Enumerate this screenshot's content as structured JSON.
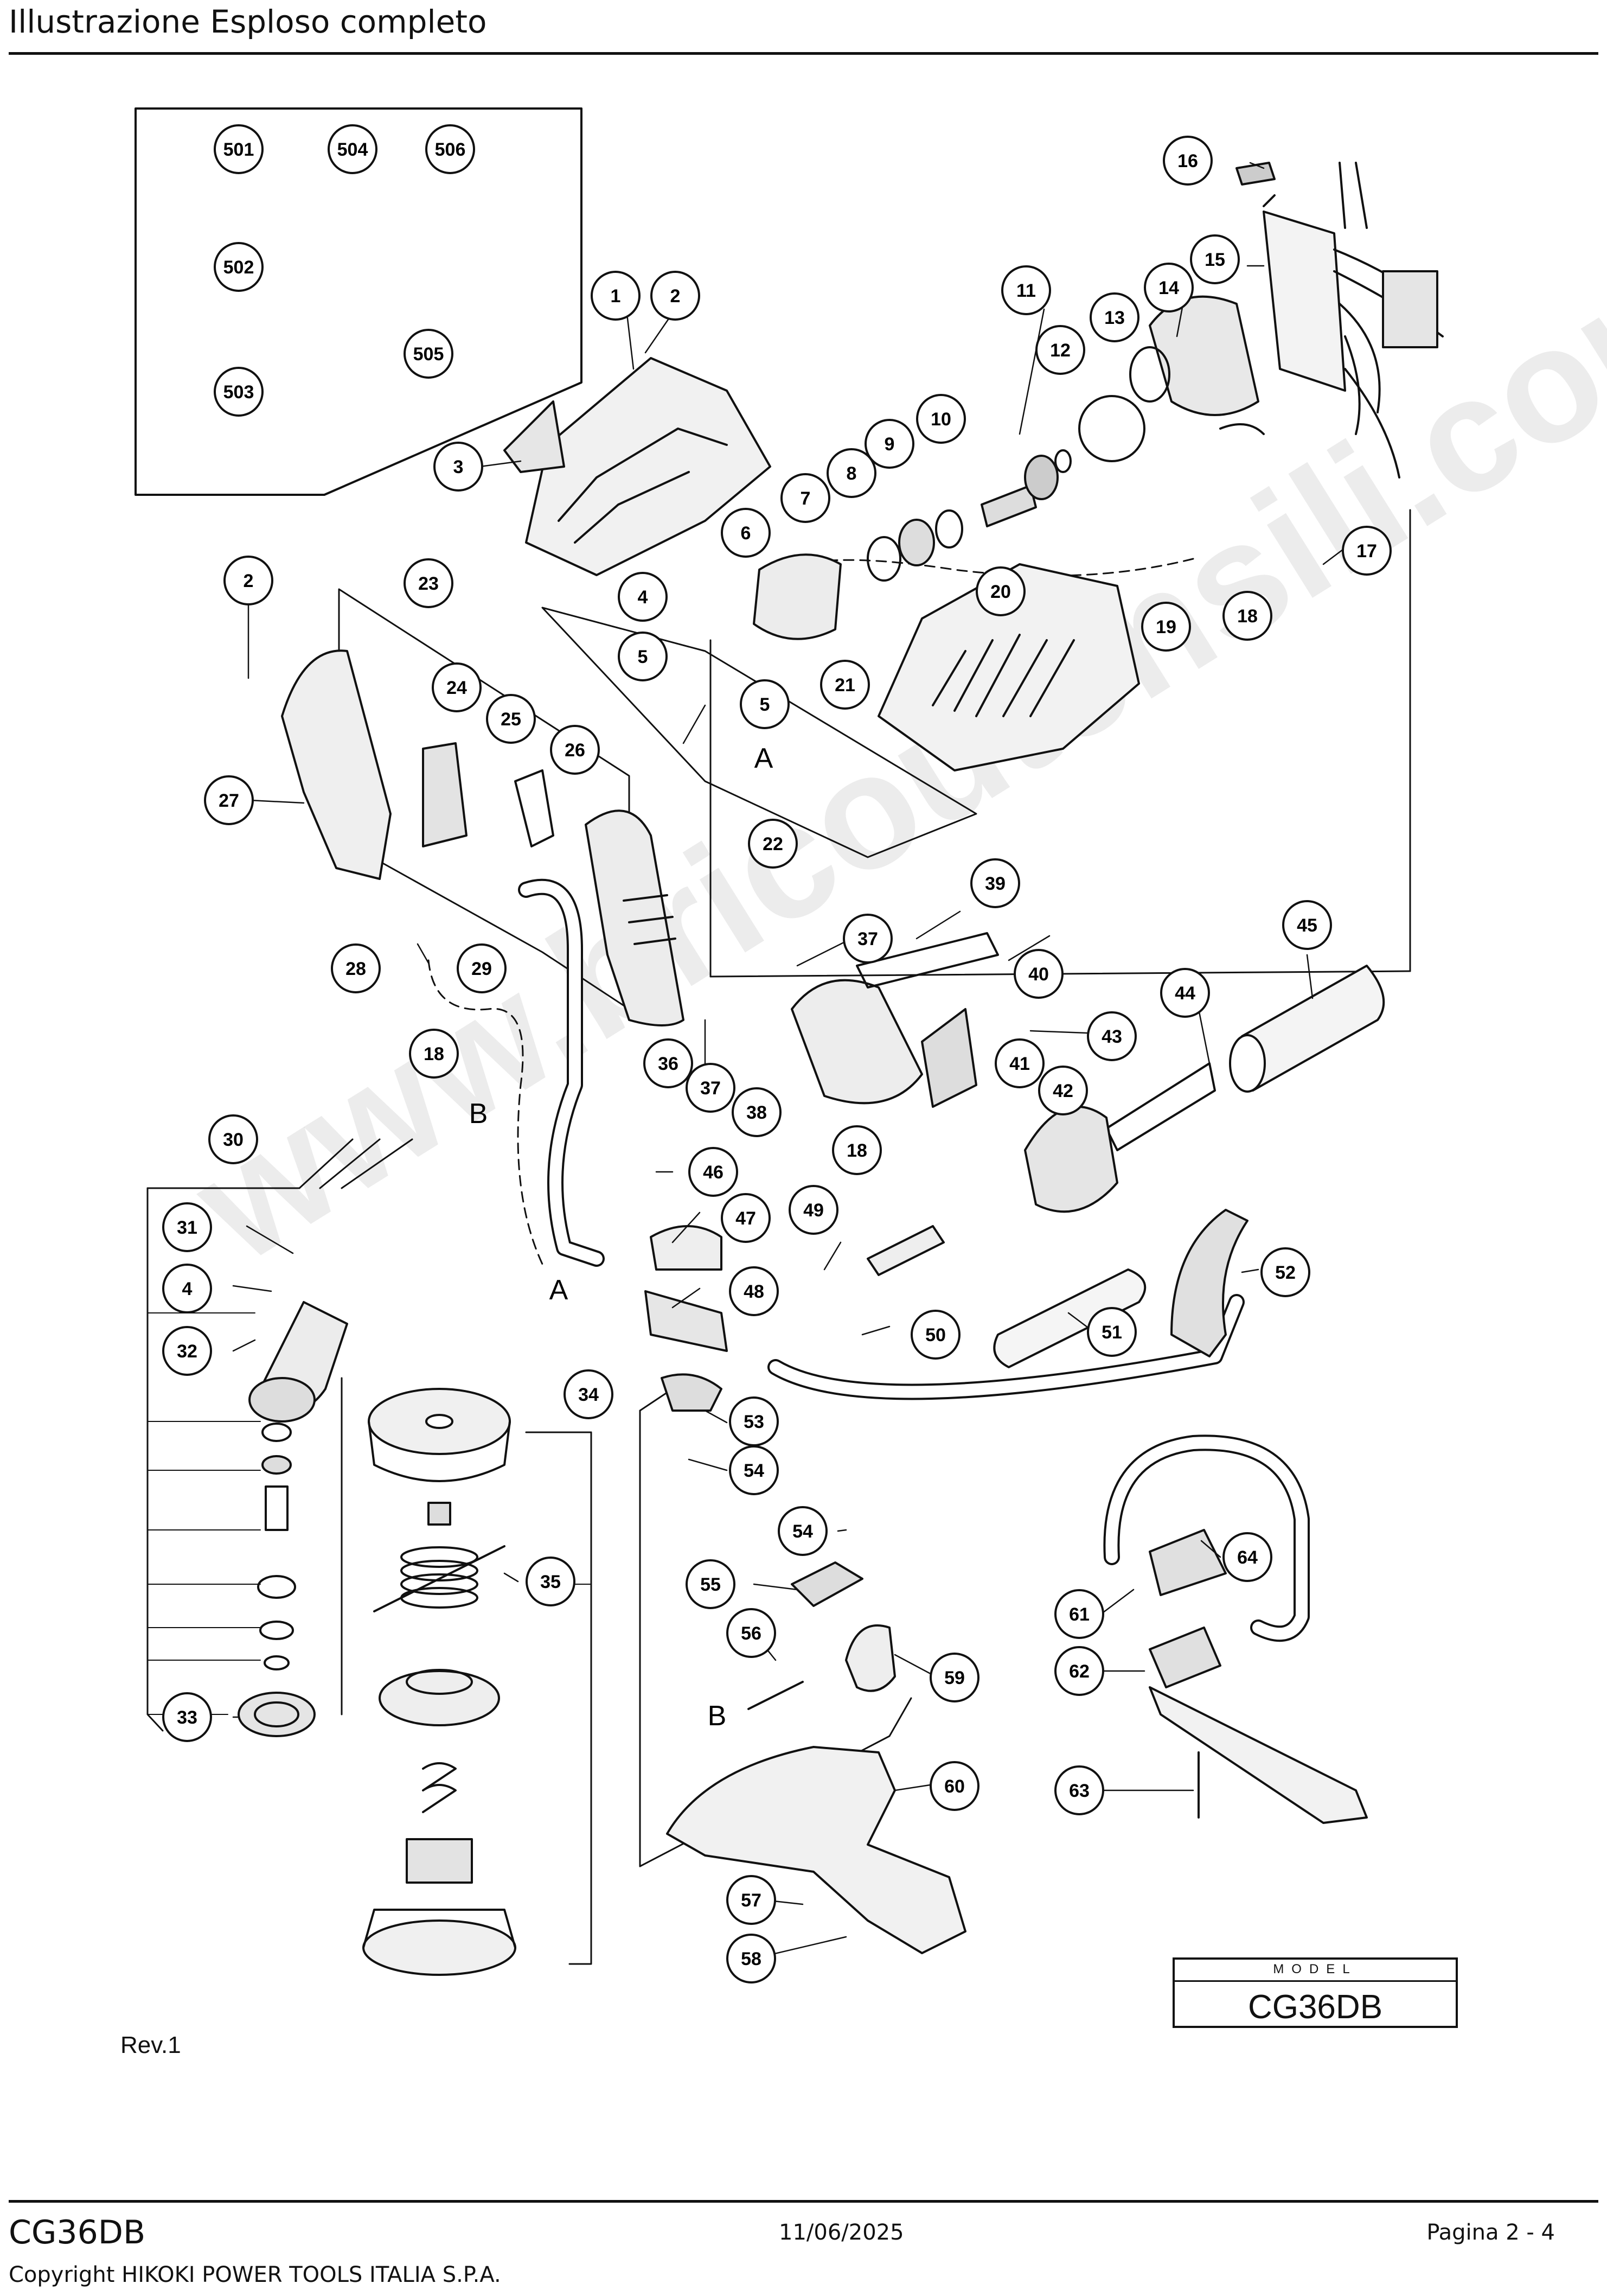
{
  "header": {
    "title": "Illustrazione  Esploso completo"
  },
  "watermark": "www.bricoutensili.com",
  "callouts": [
    {
      "id": "c501",
      "label": "501"
    },
    {
      "id": "c504",
      "label": "504"
    },
    {
      "id": "c506",
      "label": "506"
    },
    {
      "id": "c502",
      "label": "502"
    },
    {
      "id": "c503",
      "label": "503"
    },
    {
      "id": "c505",
      "label": "505"
    },
    {
      "id": "c1",
      "label": "1"
    },
    {
      "id": "c2a",
      "label": "2"
    },
    {
      "id": "c3",
      "label": "3"
    },
    {
      "id": "c4a",
      "label": "4"
    },
    {
      "id": "c5a",
      "label": "5"
    },
    {
      "id": "c5b",
      "label": "5"
    },
    {
      "id": "c6",
      "label": "6"
    },
    {
      "id": "c7",
      "label": "7"
    },
    {
      "id": "c8",
      "label": "8"
    },
    {
      "id": "c9",
      "label": "9"
    },
    {
      "id": "c10",
      "label": "10"
    },
    {
      "id": "c11",
      "label": "11"
    },
    {
      "id": "c12",
      "label": "12"
    },
    {
      "id": "c13",
      "label": "13"
    },
    {
      "id": "c14",
      "label": "14"
    },
    {
      "id": "c15",
      "label": "15"
    },
    {
      "id": "c16",
      "label": "16"
    },
    {
      "id": "c17",
      "label": "17"
    },
    {
      "id": "c18a",
      "label": "18"
    },
    {
      "id": "c19",
      "label": "19"
    },
    {
      "id": "c20",
      "label": "20"
    },
    {
      "id": "c21",
      "label": "21"
    },
    {
      "id": "c22",
      "label": "22"
    },
    {
      "id": "c2b",
      "label": "2"
    },
    {
      "id": "c23",
      "label": "23"
    },
    {
      "id": "c24",
      "label": "24"
    },
    {
      "id": "c25",
      "label": "25"
    },
    {
      "id": "c26",
      "label": "26"
    },
    {
      "id": "c27",
      "label": "27"
    },
    {
      "id": "c28",
      "label": "28"
    },
    {
      "id": "c29",
      "label": "29"
    },
    {
      "id": "c18b",
      "label": "18"
    },
    {
      "id": "c36",
      "label": "36"
    },
    {
      "id": "c37a",
      "label": "37"
    },
    {
      "id": "c37b",
      "label": "37"
    },
    {
      "id": "c38",
      "label": "38"
    },
    {
      "id": "c39",
      "label": "39"
    },
    {
      "id": "c40",
      "label": "40"
    },
    {
      "id": "c41",
      "label": "41"
    },
    {
      "id": "c42",
      "label": "42"
    },
    {
      "id": "c43",
      "label": "43"
    },
    {
      "id": "c44",
      "label": "44"
    },
    {
      "id": "c45",
      "label": "45"
    },
    {
      "id": "c30",
      "label": "30"
    },
    {
      "id": "c31",
      "label": "31"
    },
    {
      "id": "c4b",
      "label": "4"
    },
    {
      "id": "c32",
      "label": "32"
    },
    {
      "id": "c33",
      "label": "33"
    },
    {
      "id": "c46",
      "label": "46"
    },
    {
      "id": "c47",
      "label": "47"
    },
    {
      "id": "c48",
      "label": "48"
    },
    {
      "id": "c18c",
      "label": "18"
    },
    {
      "id": "c49",
      "label": "49"
    },
    {
      "id": "c50",
      "label": "50"
    },
    {
      "id": "c51",
      "label": "51"
    },
    {
      "id": "c52",
      "label": "52"
    },
    {
      "id": "c34",
      "label": "34"
    },
    {
      "id": "c35",
      "label": "35"
    },
    {
      "id": "c53",
      "label": "53"
    },
    {
      "id": "c54a",
      "label": "54"
    },
    {
      "id": "c54b",
      "label": "54"
    },
    {
      "id": "c55",
      "label": "55"
    },
    {
      "id": "c56",
      "label": "56"
    },
    {
      "id": "c59",
      "label": "59"
    },
    {
      "id": "c60",
      "label": "60"
    },
    {
      "id": "c57",
      "label": "57"
    },
    {
      "id": "c58",
      "label": "58"
    },
    {
      "id": "c61",
      "label": "61"
    },
    {
      "id": "c62",
      "label": "62"
    },
    {
      "id": "c63",
      "label": "63"
    },
    {
      "id": "c64",
      "label": "64"
    }
  ],
  "letters": [
    {
      "id": "A1",
      "label": "A"
    },
    {
      "id": "A2",
      "label": "A"
    },
    {
      "id": "B1",
      "label": "B"
    },
    {
      "id": "B2",
      "label": "B"
    }
  ],
  "model_box": {
    "label": "MODEL",
    "value": "CG36DB"
  },
  "revision": "Rev.1",
  "footer": {
    "model": "CG36DB",
    "date": "11/06/2025",
    "page": "Pagina 2 - 4",
    "copyright": "Copyright HIKOKI POWER TOOLS ITALIA S.P.A."
  }
}
